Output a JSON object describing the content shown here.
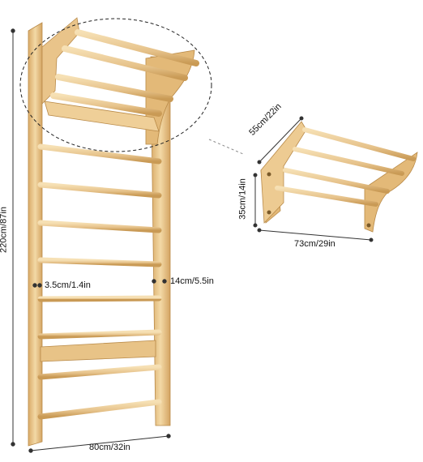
{
  "product": {
    "name": "wall bars with pull-up bar"
  },
  "dimensions": {
    "height": "220cm/87in",
    "width": "80cm/32in",
    "rung_diameter": "3.5cm/1.4in",
    "rung_spacing": "14cm/5.5in",
    "pullup_depth": "55cm/22in",
    "pullup_height": "35cm/14in",
    "pullup_width": "73cm/29in"
  },
  "colors": {
    "wood_light": "#f1d6a2",
    "wood_mid": "#e3b978",
    "wood_dark": "#c99a55",
    "dimension_line": "#333333"
  }
}
